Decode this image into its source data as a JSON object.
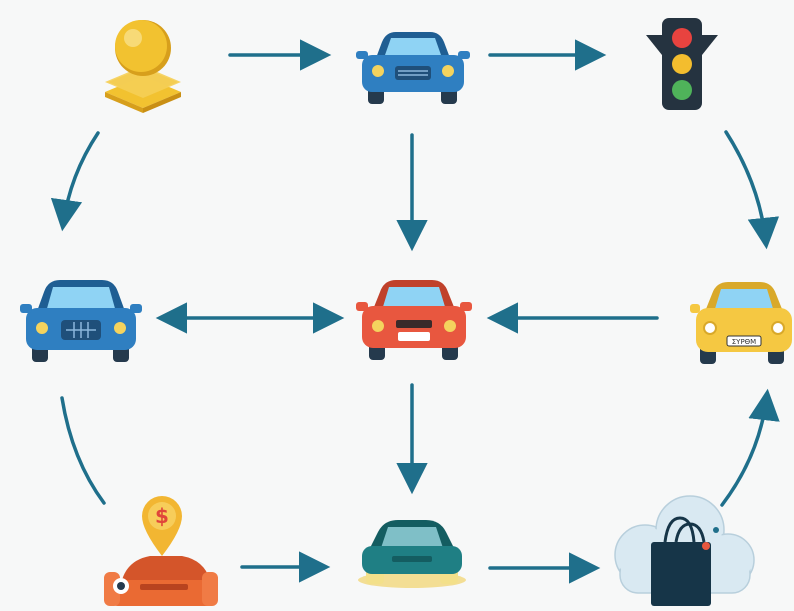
{
  "diagram": {
    "background": "#f7f8f8",
    "arrow_color": "#1f6f8b",
    "nodes": [
      {
        "id": "coin-stack",
        "icon": "coin-stack-icon",
        "colors": {
          "main": "#f2c230",
          "dark": "#d79f1c"
        }
      },
      {
        "id": "blue-car-top",
        "icon": "blue-car-icon",
        "colors": {
          "main": "#2f7fc1",
          "dark": "#1f5e93"
        }
      },
      {
        "id": "traffic-light",
        "icon": "traffic-light-icon",
        "colors": {
          "red": "#e8433f",
          "yellow": "#f3bd2e",
          "green": "#4fb35a"
        }
      },
      {
        "id": "blue-car-left",
        "icon": "blue-car-icon",
        "colors": {
          "main": "#2f7fc1",
          "dark": "#1f5e93"
        }
      },
      {
        "id": "red-car-center",
        "icon": "red-car-icon",
        "colors": {
          "main": "#e8573f",
          "dark": "#c0412b"
        }
      },
      {
        "id": "yellow-car-right",
        "icon": "yellow-car-icon",
        "colors": {
          "main": "#f5c842",
          "dark": "#d9a92a"
        },
        "plate_text": "ΣΥΡΘΜ"
      },
      {
        "id": "orange-car-dollar",
        "icon": "car-with-dollar-pin-icon",
        "colors": {
          "main": "#ea6a33",
          "pin": "#f2b632"
        },
        "pin_text": "$"
      },
      {
        "id": "teal-car-bottom",
        "icon": "teal-car-icon",
        "colors": {
          "main": "#1f7f84",
          "dark": "#145d61"
        }
      },
      {
        "id": "cloud-shopping-bag",
        "icon": "cloud-shopping-bag-icon",
        "colors": {
          "cloud": "#d9e9f2",
          "bag": "#163548"
        }
      }
    ],
    "edges": [
      {
        "from": "coin-stack",
        "to": "blue-car-top"
      },
      {
        "from": "blue-car-top",
        "to": "traffic-light"
      },
      {
        "from": "blue-car-top",
        "to": "red-car-center"
      },
      {
        "from": "coin-stack",
        "to": "blue-car-left"
      },
      {
        "from": "traffic-light",
        "to": "yellow-car-right"
      },
      {
        "from": "red-car-center",
        "to": "blue-car-left",
        "bidirectional": true
      },
      {
        "from": "yellow-car-right",
        "to": "red-car-center"
      },
      {
        "from": "red-car-center",
        "to": "teal-car-bottom"
      },
      {
        "from": "blue-car-left",
        "to": "orange-car-dollar"
      },
      {
        "from": "orange-car-dollar",
        "to": "teal-car-bottom"
      },
      {
        "from": "teal-car-bottom",
        "to": "cloud-shopping-bag"
      },
      {
        "from": "cloud-shopping-bag",
        "to": "yellow-car-right"
      }
    ]
  }
}
